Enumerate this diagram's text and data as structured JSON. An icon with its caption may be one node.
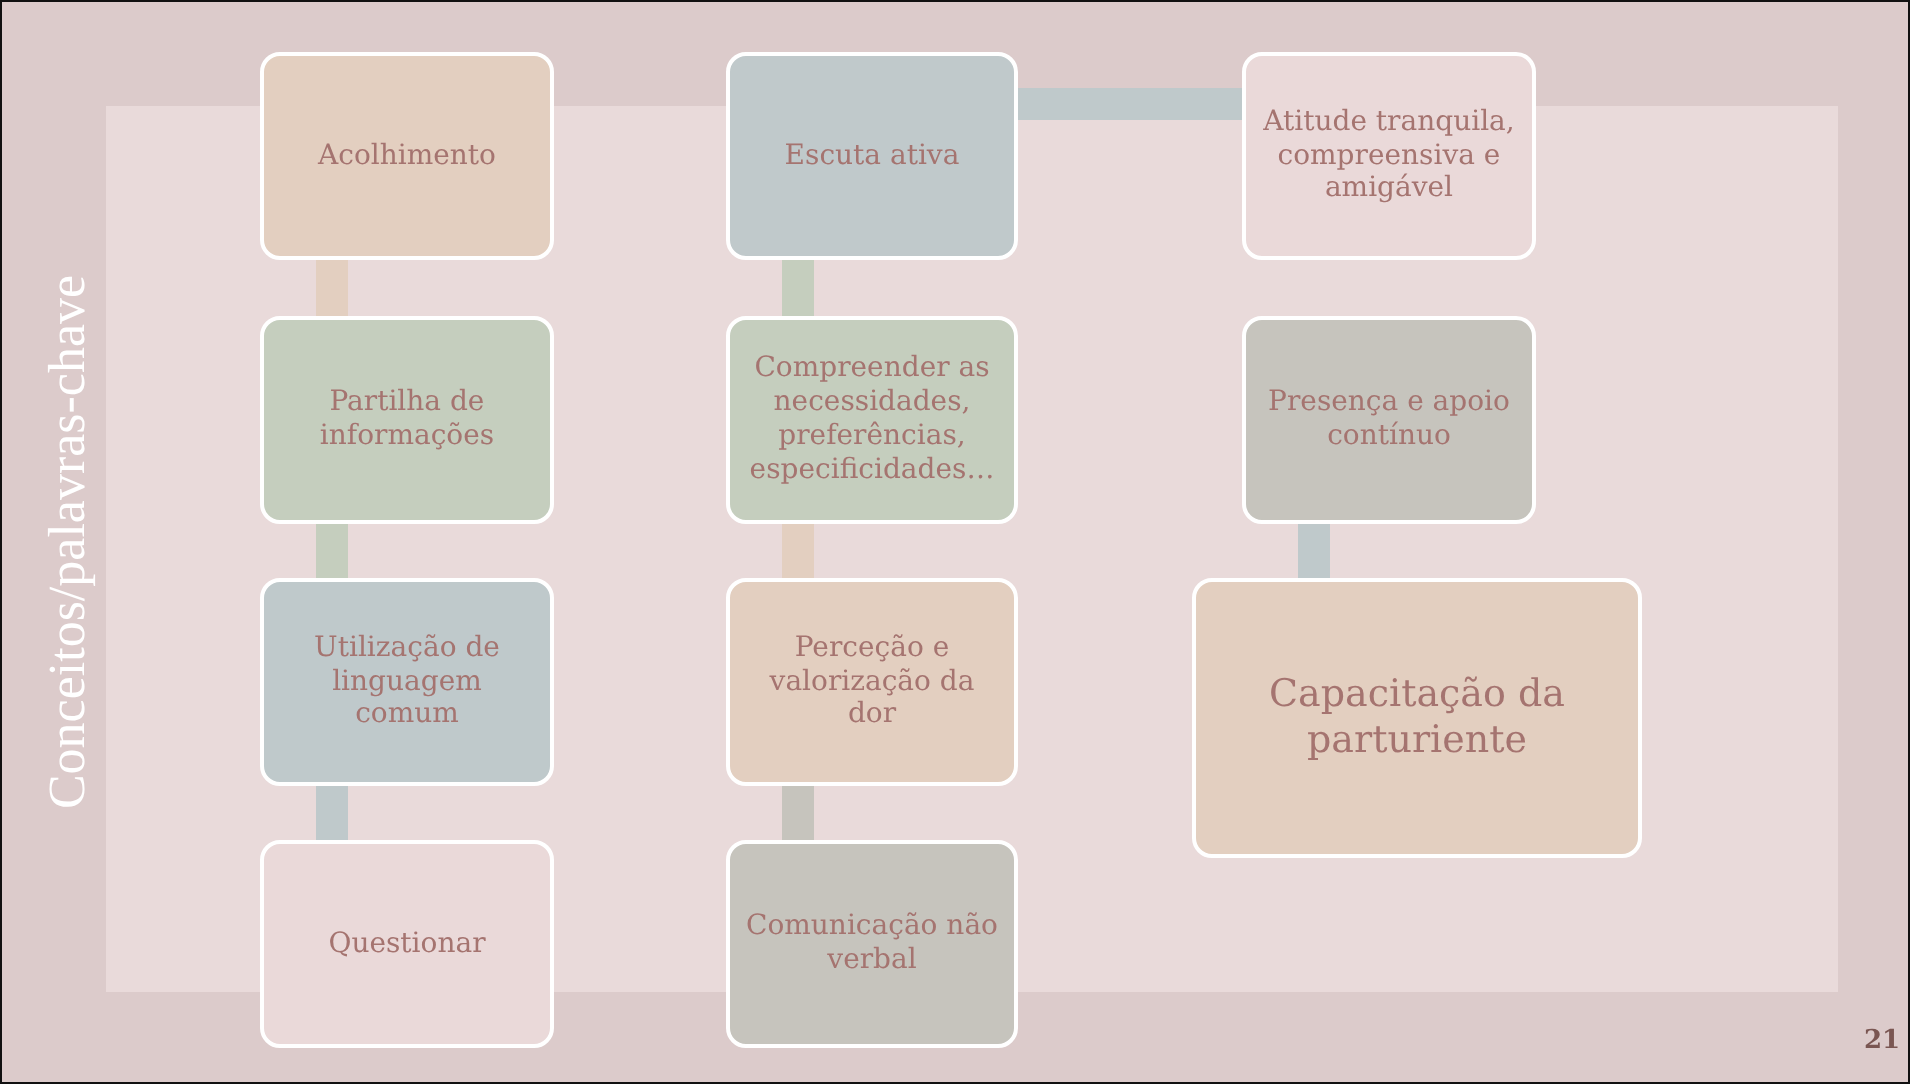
{
  "diagram": {
    "title": "Conceitos/palavras-chave",
    "nodes": [
      {
        "text": [
          "Acolhimento"
        ]
      },
      {
        "text": [
          "Partilha de informações"
        ]
      },
      {
        "text": [
          "Utilização de linguagem comum"
        ]
      },
      {
        "text": [
          "Questionar"
        ]
      },
      {
        "text": [
          "Escuta ativa"
        ]
      },
      {
        "text": [
          "Compreender as necessidades, preferências, especificidades…"
        ]
      },
      {
        "text": [
          "Perceção e valorização da dor"
        ]
      },
      {
        "text": [
          "Comunicação não verbal"
        ]
      },
      {
        "text": [
          "Atitude tranquila, compreensiva e amigável"
        ]
      },
      {
        "text": [
          "Presença e apoio contínuo"
        ]
      },
      {
        "text": [
          "Capacitação da parturiente"
        ]
      }
    ],
    "edges": [
      {
        "from": 0,
        "to": 1,
        "arrow": "none",
        "color": "#e3cfc0"
      },
      {
        "from": 1,
        "to": 2,
        "arrow": "none",
        "color": "#c5cebe"
      },
      {
        "from": 2,
        "to": 3,
        "arrow": "none",
        "color": "#bfc9cb"
      },
      {
        "from": 4,
        "to": 5,
        "arrow": "none",
        "color": "#c5cebe"
      },
      {
        "from": 5,
        "to": 6,
        "arrow": "none",
        "color": "#e3cfc0"
      },
      {
        "from": 6,
        "to": 7,
        "arrow": "none",
        "color": "#c6c4bd"
      },
      {
        "from": 4,
        "to": 8,
        "arrow": "none",
        "color": "#bfc9cb"
      },
      {
        "from": 9,
        "to": 10,
        "arrow": "none",
        "color": "#bfc9cb"
      }
    ],
    "labels": [
      "21"
    ]
  }
}
